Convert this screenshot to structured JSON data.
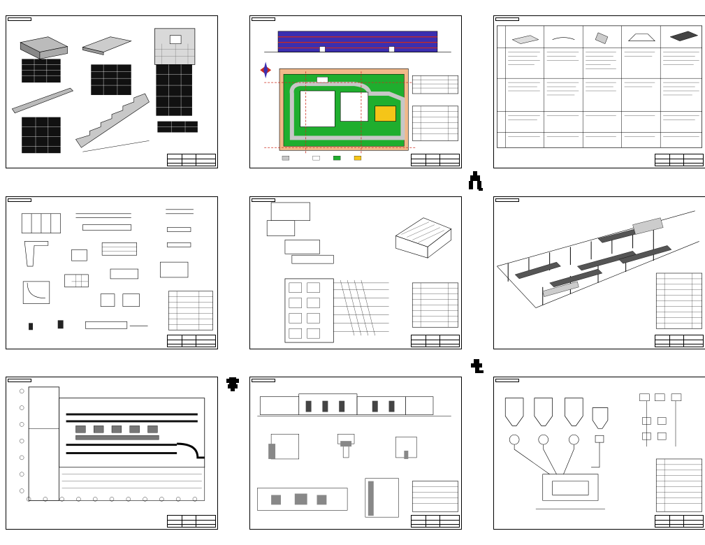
{
  "sheets": [
    {
      "id": "products",
      "caps": []
    },
    {
      "id": "siteplan",
      "caps": []
    },
    {
      "id": "tech-table",
      "caps": []
    },
    {
      "id": "details",
      "caps": []
    },
    {
      "id": "equipment",
      "caps": []
    },
    {
      "id": "axonometry",
      "caps": []
    },
    {
      "id": "plan",
      "caps": []
    },
    {
      "id": "section",
      "caps": []
    },
    {
      "id": "silos",
      "caps": []
    }
  ],
  "ornaments": [
    "figure-1-icon",
    "figure-2-icon",
    "figure-3-icon"
  ],
  "colors": {
    "facade_blue": "#3b2fb0",
    "facade_red": "#cc2b1e",
    "grass": "#1fae2e",
    "site_bg": "#f2b98a",
    "road": "#c7c7c7",
    "ink": "#000000"
  }
}
